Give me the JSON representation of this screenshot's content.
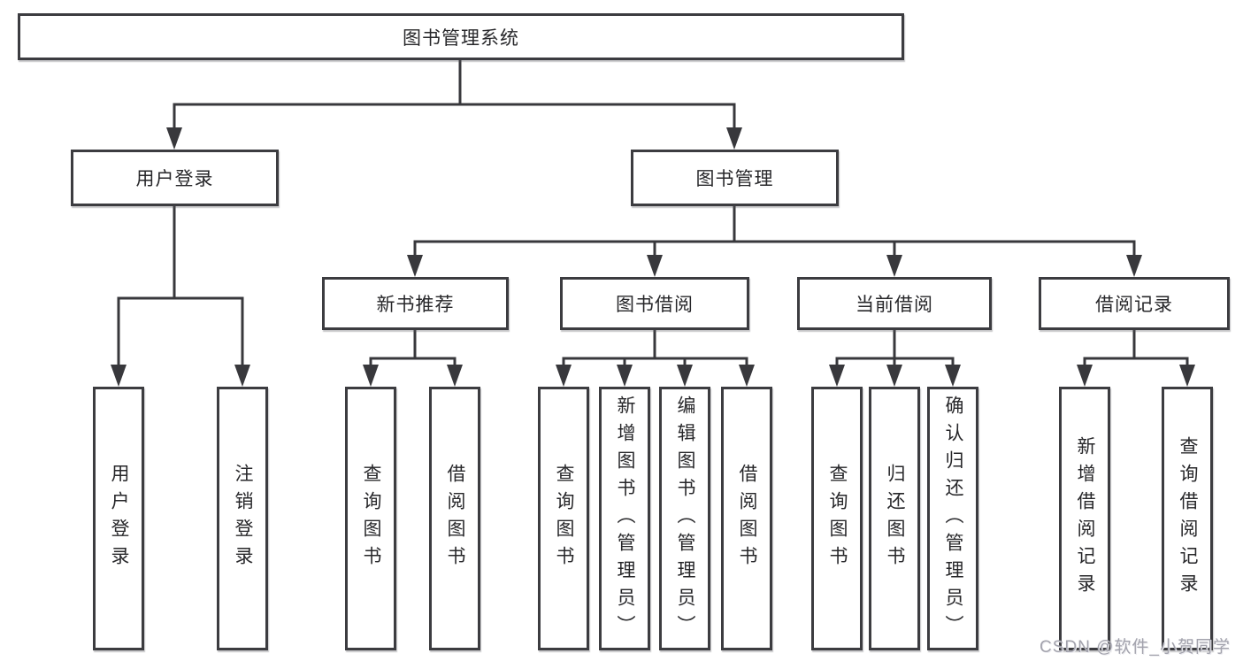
{
  "diagram": {
    "root": {
      "label": "图书管理系统"
    },
    "level2": [
      {
        "id": "user-login",
        "label": "用户登录"
      },
      {
        "id": "book-management",
        "label": "图书管理"
      }
    ],
    "level3": [
      {
        "id": "new-book-recommendation",
        "label": "新书推荐"
      },
      {
        "id": "book-borrowing",
        "label": "图书借阅"
      },
      {
        "id": "current-borrowing",
        "label": "当前借阅"
      },
      {
        "id": "borrowing-records",
        "label": "借阅记录"
      }
    ],
    "leaves": [
      {
        "id": "user-login",
        "label": "用户登录",
        "parent": "user-login"
      },
      {
        "id": "logout",
        "label": "注销登录",
        "parent": "user-login"
      },
      {
        "id": "query-books-1",
        "label": "查询图书",
        "parent": "new-book-recommendation"
      },
      {
        "id": "borrow-books-1",
        "label": "借阅图书",
        "parent": "new-book-recommendation"
      },
      {
        "id": "query-books-2",
        "label": "查询图书",
        "parent": "book-borrowing"
      },
      {
        "id": "add-book-admin",
        "label": "新增图书（管理员）",
        "parent": "book-borrowing"
      },
      {
        "id": "edit-book-admin",
        "label": "编辑图书（管理员）",
        "parent": "book-borrowing"
      },
      {
        "id": "borrow-books-2",
        "label": "借阅图书",
        "parent": "book-borrowing"
      },
      {
        "id": "query-books-3",
        "label": "查询图书",
        "parent": "current-borrowing"
      },
      {
        "id": "return-book",
        "label": "归还图书",
        "parent": "current-borrowing"
      },
      {
        "id": "confirm-return-admin",
        "label": "确认归还（管理员）",
        "parent": "current-borrowing"
      },
      {
        "id": "add-borrow-record",
        "label": "新增借阅记录",
        "parent": "borrowing-records"
      },
      {
        "id": "query-borrow-record",
        "label": "查询借阅记录",
        "parent": "borrowing-records"
      }
    ],
    "watermark": "CSDN @软件_小贺同学",
    "colors": {
      "line": "#38383c",
      "border": "#3c3c40",
      "text": "#27272a",
      "watermark": "#a3a3ad",
      "background": "#ffffff"
    }
  }
}
